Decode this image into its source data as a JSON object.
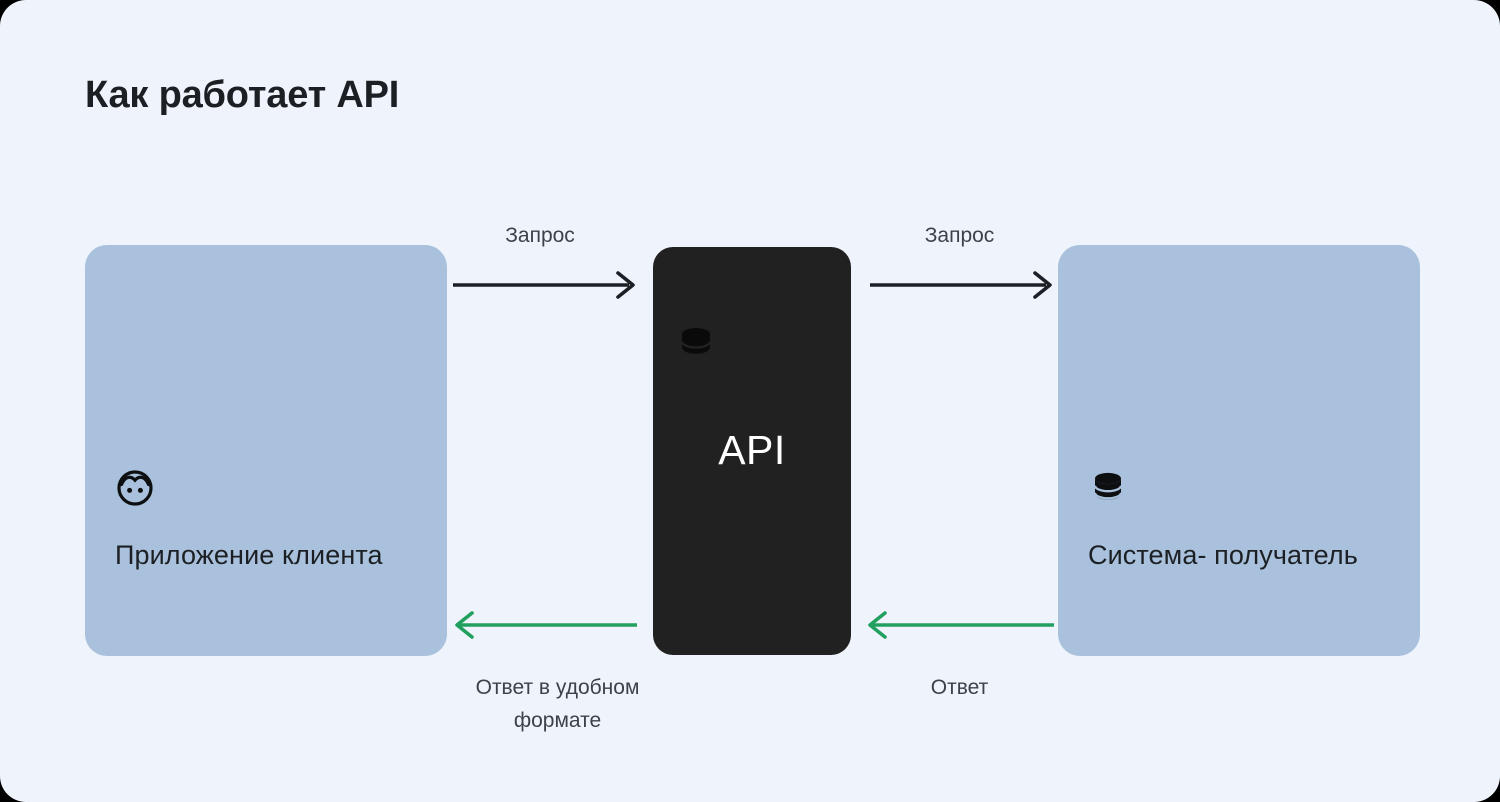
{
  "page": {
    "title": "Как работает API",
    "background_color": "#eff4fc"
  },
  "diagram": {
    "type": "flow",
    "nodes": [
      {
        "id": "client",
        "label": "Приложение\nклиента",
        "icon": "person-face-icon",
        "fill_color": "#a9c1dc",
        "text_color": "#1c2024"
      },
      {
        "id": "api",
        "label": "API",
        "icon": "database-icon",
        "fill_color": "#212121",
        "text_color": "#ffffff"
      },
      {
        "id": "receiver",
        "label": "Система-\nполучатель",
        "icon": "database-icon",
        "fill_color": "#a9c1dc",
        "text_color": "#1c2024"
      }
    ],
    "edges": [
      {
        "id": "request-client-to-api",
        "label": "Запрос",
        "from": "client",
        "to": "api",
        "direction": "right",
        "color": "#1c2024"
      },
      {
        "id": "request-api-to-receiver",
        "label": "Запрос",
        "from": "api",
        "to": "receiver",
        "direction": "right",
        "color": "#1c2024"
      },
      {
        "id": "response-api-to-client",
        "label": "Ответ в удобном\nформате",
        "from": "api",
        "to": "client",
        "direction": "left",
        "color": "#22a05f"
      },
      {
        "id": "response-receiver-to-api",
        "label": "Ответ",
        "from": "receiver",
        "to": "api",
        "direction": "left",
        "color": "#22a05f"
      }
    ]
  }
}
